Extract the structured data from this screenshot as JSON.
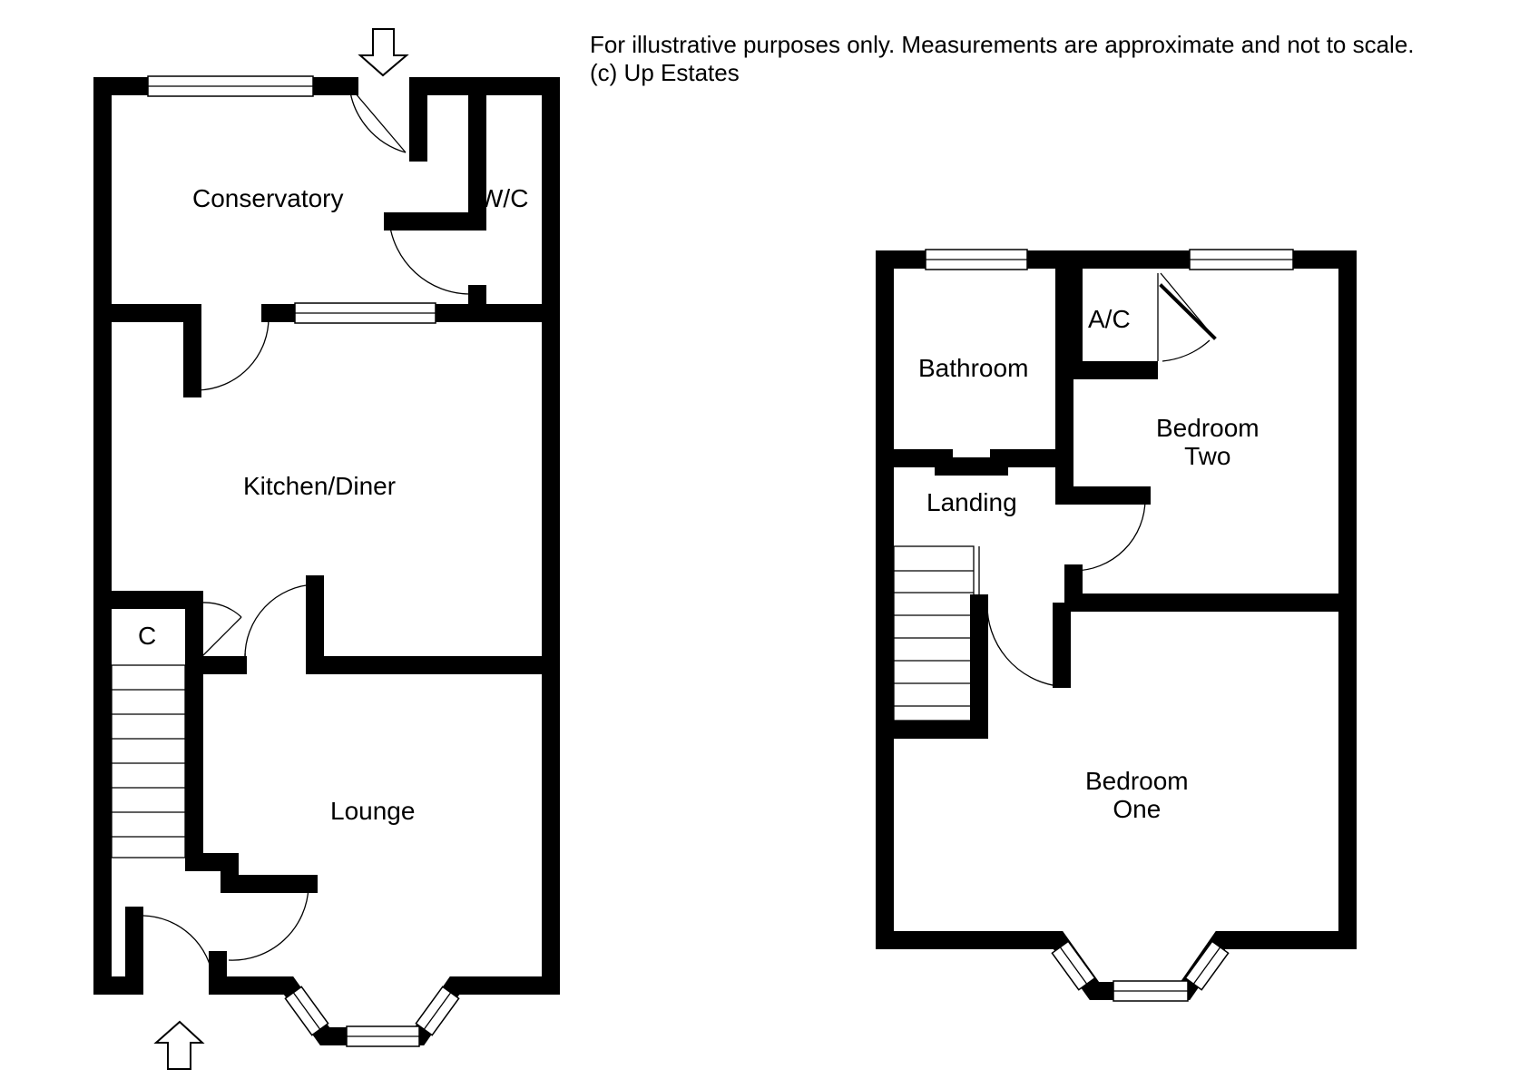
{
  "disclaimer": {
    "line1": "For illustrative purposes only. Measurements are approximate and not to scale.",
    "line2": "(c) Up Estates"
  },
  "ground_floor": {
    "rooms": {
      "conservatory": "Conservatory",
      "wc": "W/C",
      "kitchen_diner": "Kitchen/Diner",
      "cupboard": "C",
      "lounge": "Lounge"
    }
  },
  "first_floor": {
    "rooms": {
      "bathroom": "Bathroom",
      "airing_cupboard": "A/C",
      "bedroom_two_line1": "Bedroom",
      "bedroom_two_line2": "Two",
      "landing": "Landing",
      "bedroom_one_line1": "Bedroom",
      "bedroom_one_line2": "One"
    }
  },
  "icons": {
    "entrance_arrow": "entrance-arrow-icon",
    "window": "window-icon",
    "door_swing": "door-swing-icon",
    "staircase": "staircase-icon"
  }
}
